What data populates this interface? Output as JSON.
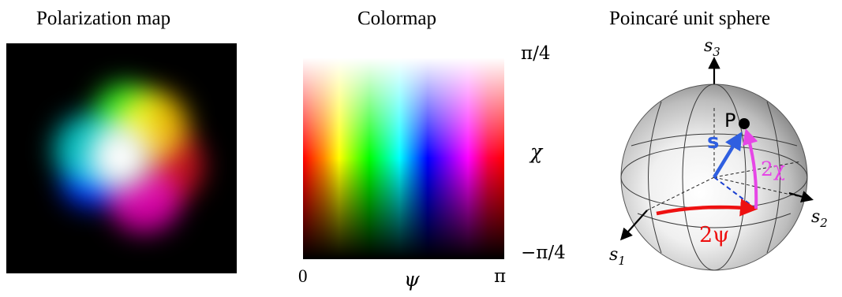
{
  "panels": {
    "polarization_map": {
      "title": "Polarization map"
    },
    "colormap": {
      "title": "Colormap",
      "x_axis": {
        "symbol": "ψ",
        "min_label": "0",
        "max_label": "π"
      },
      "y_axis": {
        "symbol": "χ",
        "max_label": "π/4",
        "min_label": "−π/4"
      }
    },
    "poincare_sphere": {
      "title": "Poincaré unit sphere",
      "axes": {
        "s1": "s",
        "s1_sub": "1",
        "s2": "s",
        "s2_sub": "2",
        "s3": "s",
        "s3_sub": "3"
      },
      "point_label": "P",
      "vector_label": "s",
      "angle_psi_label": "2ψ",
      "angle_chi_label": "2χ"
    }
  },
  "colors": {
    "psi_arc": "#ee1111",
    "chi_arc": "#e646e6",
    "vector_s": "#2f5fe0",
    "projection": "#1a3fcf"
  }
}
